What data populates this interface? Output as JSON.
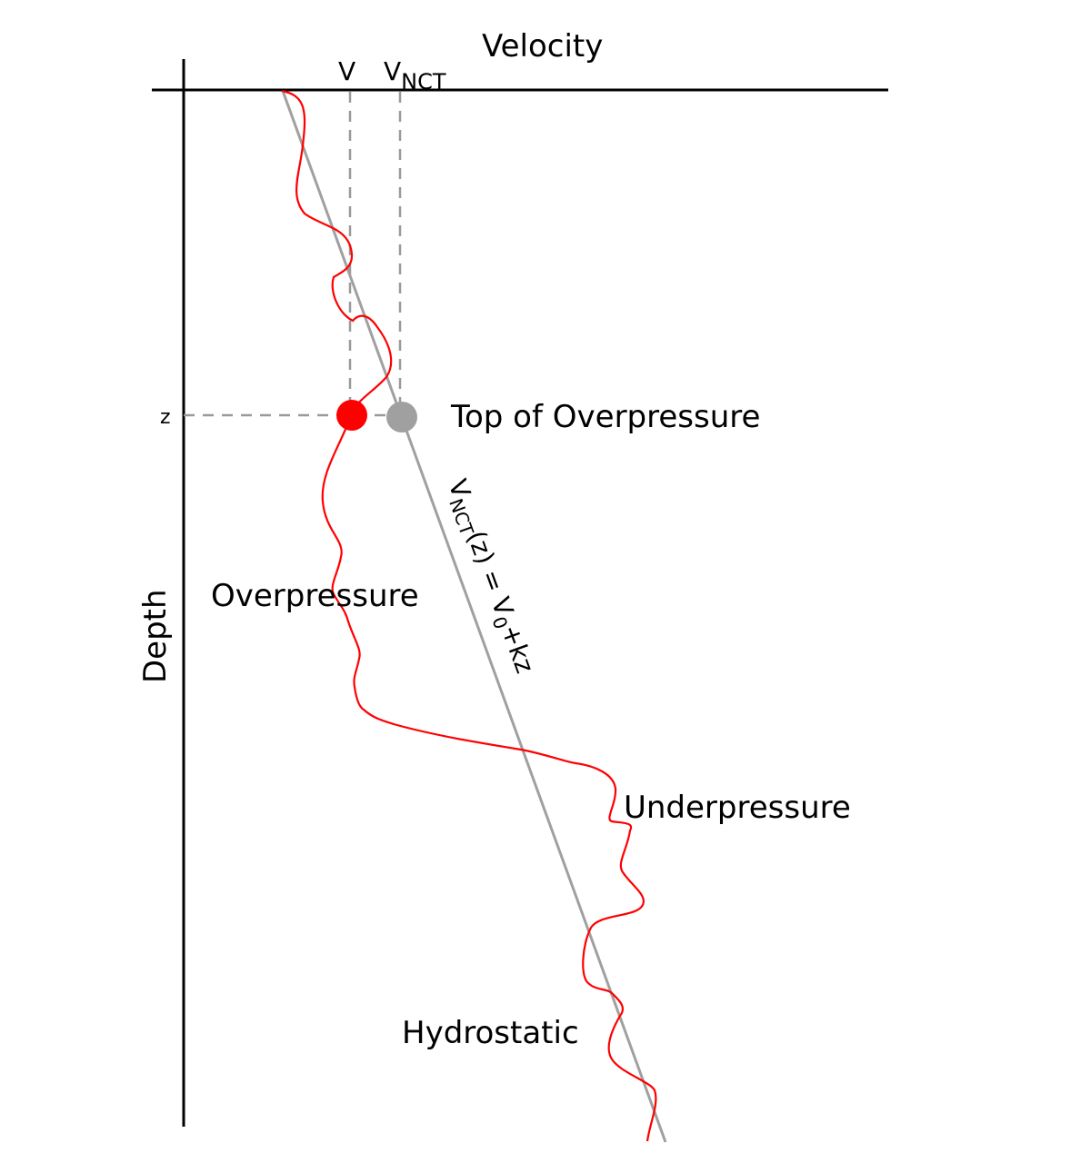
{
  "title": "Velocity",
  "y_axis_label": "Depth",
  "v_label": "V",
  "vnct_label": {
    "main": "V",
    "sub": "NCT"
  },
  "z_label": "z",
  "top_label": "Top of Overpressure",
  "overpressure_label": "Overpressure",
  "underpressure_label": "Underpressure",
  "hydrostatic_label": "Hydrostatic",
  "equation": {
    "v": "V",
    "sub": "NCT",
    "mid": "(z) = V",
    "sub0": "0",
    "end": "+kz"
  },
  "colors": {
    "measured": "#ff0000",
    "trend": "#a0a0a0",
    "axis": "#000000",
    "guide": "#999999"
  }
}
